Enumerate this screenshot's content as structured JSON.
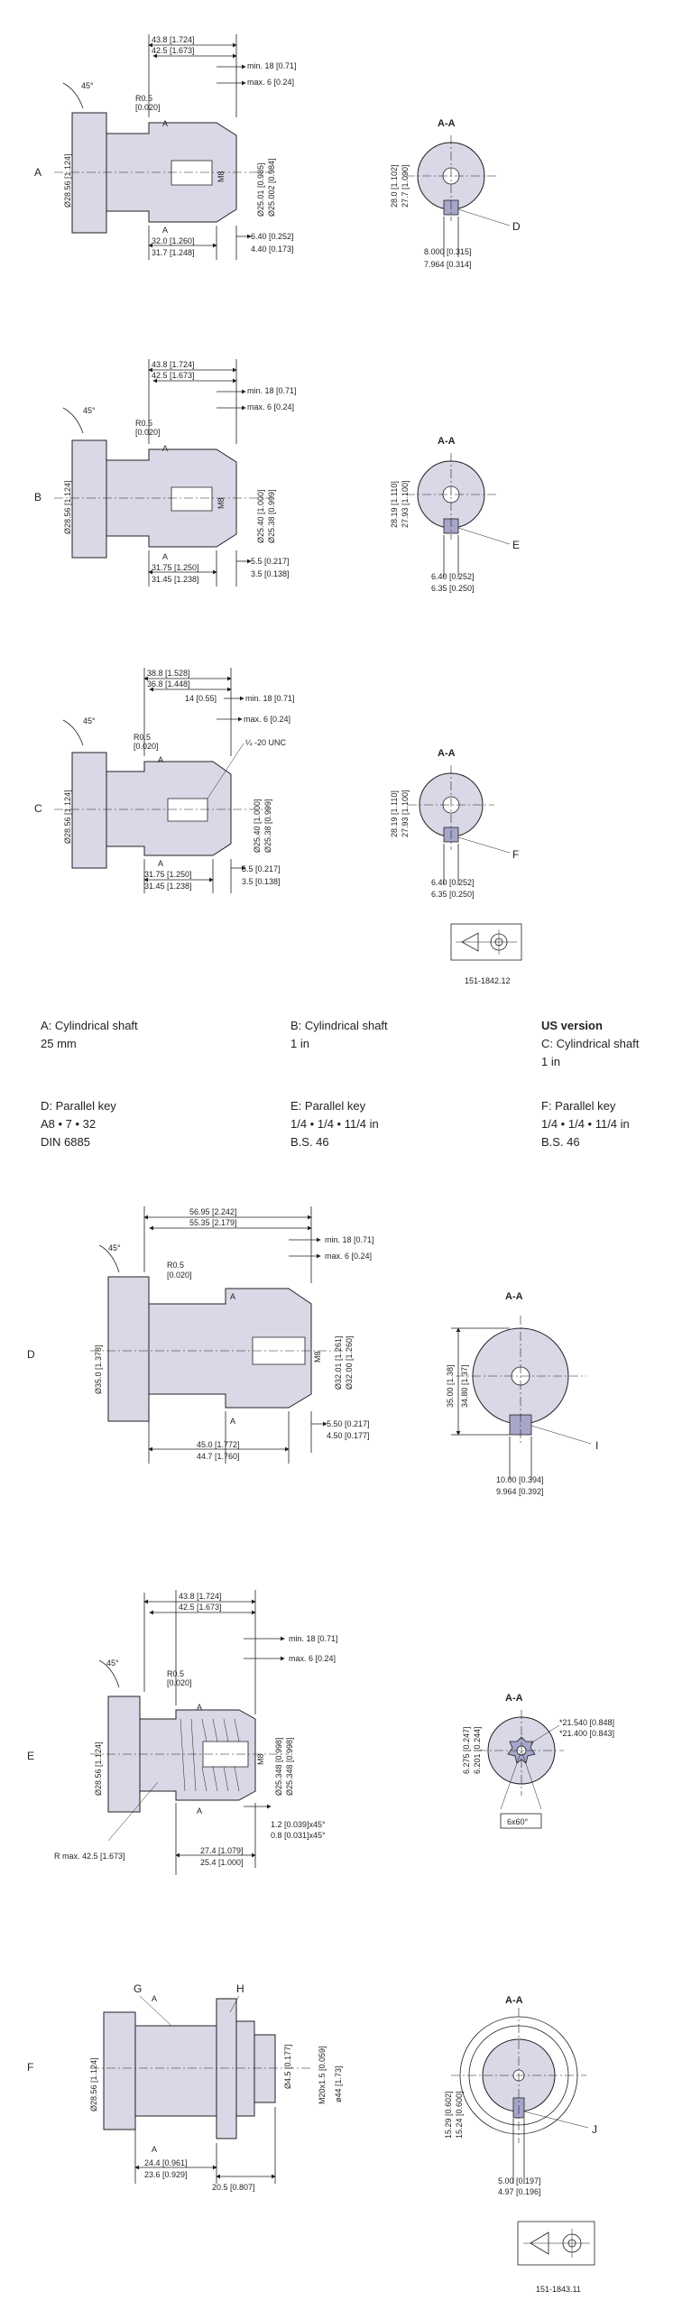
{
  "row_labels": {
    "A": "A",
    "B": "B",
    "C": "C",
    "D": "D",
    "E": "E",
    "F": "F"
  },
  "section": "A-A",
  "A": {
    "dim_total_1": "43.8 [1.724]",
    "dim_total_2": "42.5 [1.673]",
    "min": "min. 18 [0.71]",
    "max": "max. 6 [0.24]",
    "angle": "45°",
    "r1": "R0.5",
    "r2": "[0.020]",
    "left_dia": "Ø28.56 [1.124]",
    "m": "M8",
    "d1": "Ø25.01 [0.985]",
    "d2": "Ø25.002 [0.984]",
    "bot1": "32.0 [1.260]",
    "bot2": "31.7 [1.248]",
    "step1": "6.40 [0.252]",
    "step2": "4.40 [0.173]",
    "sec_h1": "28.0 [1.102]",
    "sec_h2": "27.7 [1.090]",
    "key_w1": "8.000 [0.315]",
    "key_w2": "7.964 [0.314]",
    "callout": "D",
    "a_top": "A",
    "a_bot": "A"
  },
  "B": {
    "dim_total_1": "43.8 [1.724]",
    "dim_total_2": "42.5 [1.673]",
    "min": "min. 18 [0.71]",
    "max": "max. 6 [0.24]",
    "angle": "45°",
    "r1": "R0.5",
    "r2": "[0.020]",
    "left_dia": "Ø28.56 [1.124]",
    "m": "M8",
    "d1": "Ø25.40 [1.000]",
    "d2": "Ø25.38 [0.999]",
    "bot1": "31.75 [1.250]",
    "bot2": "31.45 [1.238]",
    "step1": "5.5 [0.217]",
    "step2": "3.5 [0.138]",
    "sec_h1": "28.19 [1.110]",
    "sec_h2": "27.93 [1.100]",
    "key_w1": "6.40 [0.252]",
    "key_w2": "6.35 [0.250]",
    "callout": "E",
    "a_top": "A",
    "a_bot": "A"
  },
  "C": {
    "dim_total_1": "38.8 [1.528]",
    "dim_total_2": "36.8 [1.448]",
    "min": "min. 18 [0.71]",
    "max": "max. 6 [0.24]",
    "f14": "14 [0.55]",
    "unc": "¼ -20 UNC",
    "angle": "45°",
    "r1": "R0.5",
    "r2": "[0.020]",
    "left_dia": "Ø28.56 [1.124]",
    "d1": "Ø25.40 [1.000]",
    "d2": "Ø25.38 [0.999]",
    "bot1": "31.75 [1.250]",
    "bot2": "31.45 [1.238]",
    "step1": "5.5 [0.217]",
    "step2": "3.5 [0.138]",
    "sec_h1": "28.19 [1.110]",
    "sec_h2": "27.93 [1.100]",
    "key_w1": "6.40 [0.252]",
    "key_w2": "6.35 [0.250]",
    "callout": "F",
    "a_top": "A",
    "a_bot": "A",
    "drawing_no": "151-1842.12"
  },
  "legend": {
    "a_title": "A: Cylindrical shaft",
    "a_sub": "25 mm",
    "b_title": "B: Cylindrical shaft",
    "b_sub": "1 in",
    "us": "US version",
    "c_title": "C: Cylindrical shaft",
    "c_sub": "1 in",
    "d_title": "D: Parallel key",
    "d_l1": "A8 • 7 • 32",
    "d_l2": "DIN 6885",
    "e_title": "E: Parallel key",
    "e_l1": "1/4 • 1/4 • 11/4 in",
    "e_l2": "B.S. 46",
    "f_title": "F: Parallel key",
    "f_l1": "1/4 • 1/4 • 11/4 in",
    "f_l2": "B.S. 46"
  },
  "D": {
    "dim_total_1": "56.95 [2.242]",
    "dim_total_2": "55.35 [2.179]",
    "min": "min. 18 [0.71]",
    "max": "max. 6 [0.24]",
    "angle": "45°",
    "r1": "R0.5",
    "r2": "[0.020]",
    "left_dia": "Ø35.0 [1.378]",
    "m": "M8",
    "d1": "Ø32.01 [1.261]",
    "d2": "Ø32.00 [1.260]",
    "bot1": "45.0 [1.772]",
    "bot2": "44.7 [1.760]",
    "step1": "5.50 [0.217]",
    "step2": "4.50 [0.177]",
    "sec_h1": "35.00 [1.38]",
    "sec_h2": "34.80 [1.37]",
    "key_w1": "10.00 [0.394]",
    "key_w2": "9.964 [0.392]",
    "callout": "I",
    "a_top": "A",
    "a_bot": "A"
  },
  "E": {
    "dim_total_1": "43.8 [1.724]",
    "dim_total_2": "42.5 [1.673]",
    "min": "min. 18 [0.71]",
    "max": "max. 6 [0.24]",
    "angle": "45°",
    "r1": "R0.5",
    "r2": "[0.020]",
    "left_dia": "Ø28.56 [1.124]",
    "m": "M8",
    "d1": "Ø25.348 [0.998]",
    "d2": "Ø25.348 [0.998]",
    "chamf1": "1.2 [0.039]x45°",
    "chamf2": "0.8 [0.031]x45°",
    "bot1": "27.4 [1.079]",
    "bot2": "25.4 [1.000]",
    "rmax": "R max. 42.5 [1.673]",
    "sec_h1": "6.275 [0.247]",
    "sec_h2": "6.201 [0.244]",
    "spl1": "*21.540 [0.848]",
    "spl2": "*21.400 [0.843]",
    "spl3": "6x60°",
    "a_top": "A",
    "a_bot": "A"
  },
  "F": {
    "g": "G",
    "h": "H",
    "left_dia": "Ø28.56 [1.124]",
    "d45": "Ø4.5 [0.177]",
    "m20": "M20x1.5 [0.059]",
    "d44": "ø44 [1.73]",
    "bot1": "24.4 [0.961]",
    "bot2": "23.6 [0.929]",
    "step": "20.5 [0.807]",
    "sec_h1": "15.29 [0.602]",
    "sec_h2": "15.24 [0.600]",
    "key_w1": "5.00 [0.197]",
    "key_w2": "4.97 [0.196]",
    "callout": "J",
    "a_top": "A",
    "a_bot": "A",
    "drawing_no": "151-1843.11"
  }
}
